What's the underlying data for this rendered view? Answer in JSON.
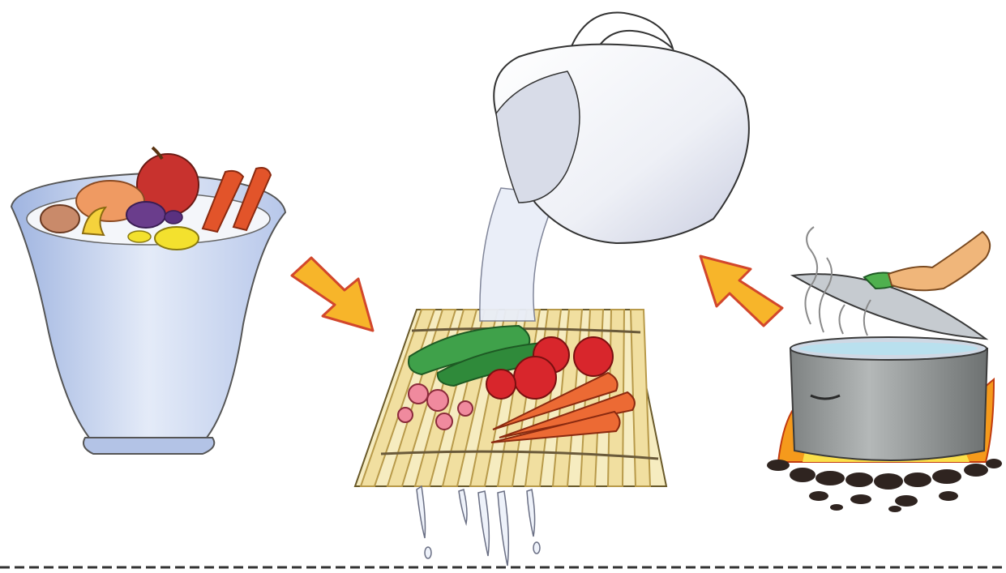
{
  "illustration": {
    "panels": [
      {
        "name": "bowl-of-produce-in-water"
      },
      {
        "name": "pouring-water-over-produce-on-bamboo-mat"
      },
      {
        "name": "boiling-pot-over-fire"
      }
    ],
    "arrows": [
      {
        "name": "arrow-bowl-to-mat",
        "direction": "down-right"
      },
      {
        "name": "arrow-pot-to-jug",
        "direction": "up-left"
      }
    ],
    "colors": {
      "arrow_fill": "#f7b52a",
      "arrow_stroke": "#d2472c",
      "water": "#e8eef8",
      "bowl": "#c9d6ef",
      "bamboo": "#f1dfa0",
      "flame": "#f59a1c",
      "pot": "#8d9292"
    },
    "footer_line": "dashed"
  }
}
